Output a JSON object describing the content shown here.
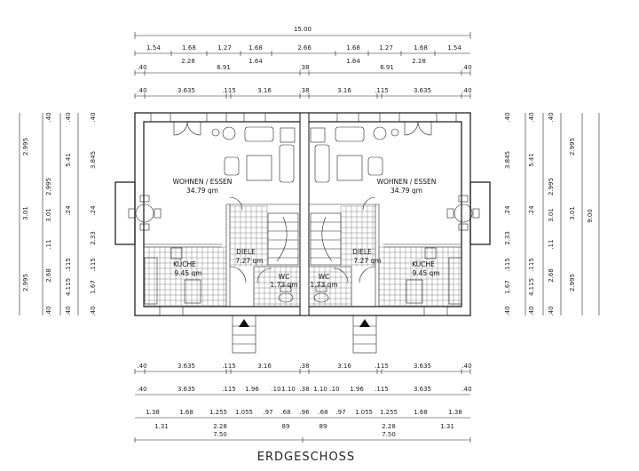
{
  "title": "ERDGESCHOSS",
  "rooms": {
    "wohnen_label": "WOHNEN / ESSEN",
    "wohnen_area": "34.79 qm",
    "diele_label": "DIELE",
    "diele_area": "7.27 qm",
    "kueche_label": "KÜCHE",
    "kueche_area": "9.45 qm",
    "wc_label": "WC",
    "wc_area": "1.73 qm"
  },
  "dims_top": {
    "overall": "15.00",
    "row1": [
      "1.54",
      "1.68",
      "1.27",
      "1.68",
      "2.66",
      "1.68",
      "1.27",
      "1.68",
      "1.54"
    ],
    "row2": [
      "2.28",
      "1.64",
      "1.64",
      "2.28"
    ],
    "row3": [
      ".40",
      "6.91",
      ".38",
      "6.91",
      ".40"
    ],
    "row4": [
      ".40",
      "3.635",
      ".115",
      "3.16",
      ".38",
      "3.16",
      ".115",
      "3.635",
      ".40"
    ]
  },
  "dims_bottom": {
    "row1": [
      ".40",
      "3.635",
      ".115",
      "3.16",
      ".38",
      "3.16",
      ".115",
      "3.635",
      ".40"
    ],
    "row2": [
      ".40",
      "3.635",
      ".115",
      "1.96",
      ".10",
      "1.10",
      ".38",
      "1.10",
      ".10",
      "1.96",
      ".115",
      "3.635",
      ".40"
    ],
    "row3": [
      "1.38",
      "1.68",
      "1.255",
      "1.055",
      ".97",
      ".68",
      ".96",
      ".68",
      ".97",
      "1.055",
      "1.255",
      "1.68",
      "1.38"
    ],
    "row4": [
      "1.31",
      "2.28",
      "89",
      "89",
      "2.28",
      "1.31"
    ],
    "row5": [
      "7.50",
      "7.50"
    ]
  },
  "dims_left": {
    "col_a": [
      ".40",
      "3.845",
      ".24",
      "2.33",
      ".115",
      "1.67",
      ".40"
    ],
    "col_b": [
      ".40",
      "5.41",
      ".24",
      ".115",
      "4.115",
      ".40"
    ],
    "col_c": [
      ".40",
      "2.995",
      "3.01",
      ".11",
      "2.68",
      ".40"
    ],
    "col_d": [
      "2.995",
      "3.01",
      "2.995"
    ]
  },
  "dims_right": {
    "col_a": [
      ".40",
      "3.845",
      ".24",
      "2.33",
      ".115",
      "1.67",
      ".40"
    ],
    "col_b": [
      ".40",
      "5.41",
      ".24",
      ".115",
      "4.115",
      ".40"
    ],
    "col_c": [
      ".40",
      "2.995",
      "3.01",
      ".11",
      "2.68",
      ".40"
    ],
    "col_d": [
      "2.995",
      "3.01",
      "2.995"
    ],
    "overall": "9.00"
  }
}
